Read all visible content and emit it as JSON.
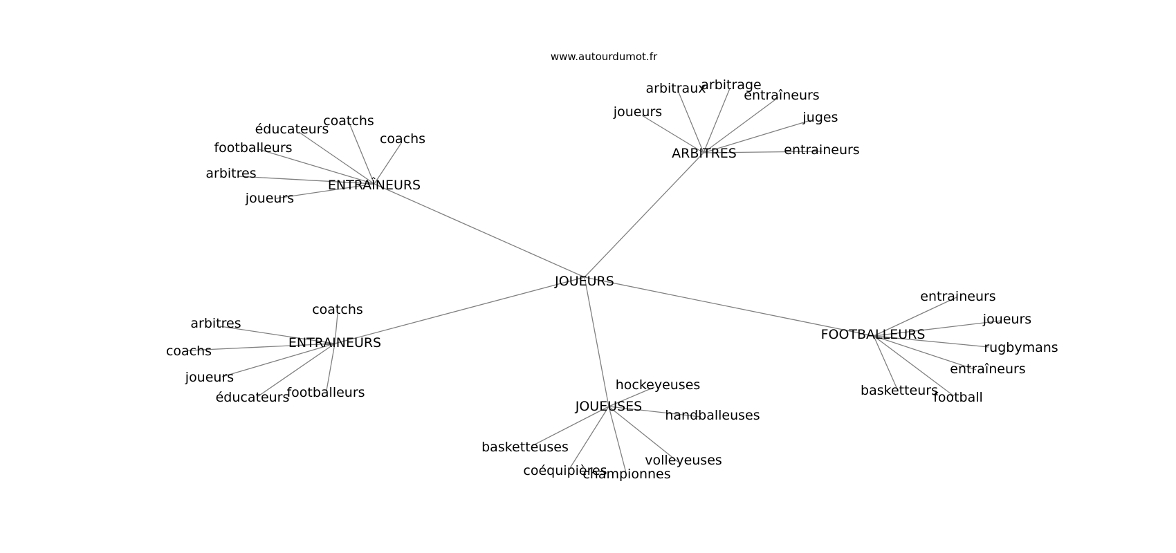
{
  "site": "www.autourdumot.fr",
  "graph": {
    "center": "JOUEURS",
    "hubs": [
      {
        "id": "entraineurs-accent",
        "label": "ENTRAÎNEURS",
        "leaves": [
          "coachs",
          "coatchs",
          "éducateurs",
          "footballeurs",
          "arbitres",
          "joueurs"
        ]
      },
      {
        "id": "arbitres",
        "label": "ARBITRES",
        "leaves": [
          "arbitraux",
          "arbitrage",
          "entraîneurs",
          "joueurs",
          "juges",
          "entraineurs"
        ]
      },
      {
        "id": "entraineurs",
        "label": "ENTRAINEURS",
        "leaves": [
          "coatchs",
          "arbitres",
          "coachs",
          "joueurs",
          "éducateurs",
          "footballeurs"
        ]
      },
      {
        "id": "joueuses",
        "label": "JOUEUSES",
        "leaves": [
          "hockeyeuses",
          "handballeuses",
          "basketteuses",
          "coéquipières",
          "championnes",
          "volleyeuses"
        ]
      },
      {
        "id": "footballeurs",
        "label": "FOOTBALLEURS",
        "leaves": [
          "entraineurs",
          "joueurs",
          "rugbymans",
          "entraîneurs",
          "basketteurs",
          "football"
        ]
      }
    ]
  }
}
